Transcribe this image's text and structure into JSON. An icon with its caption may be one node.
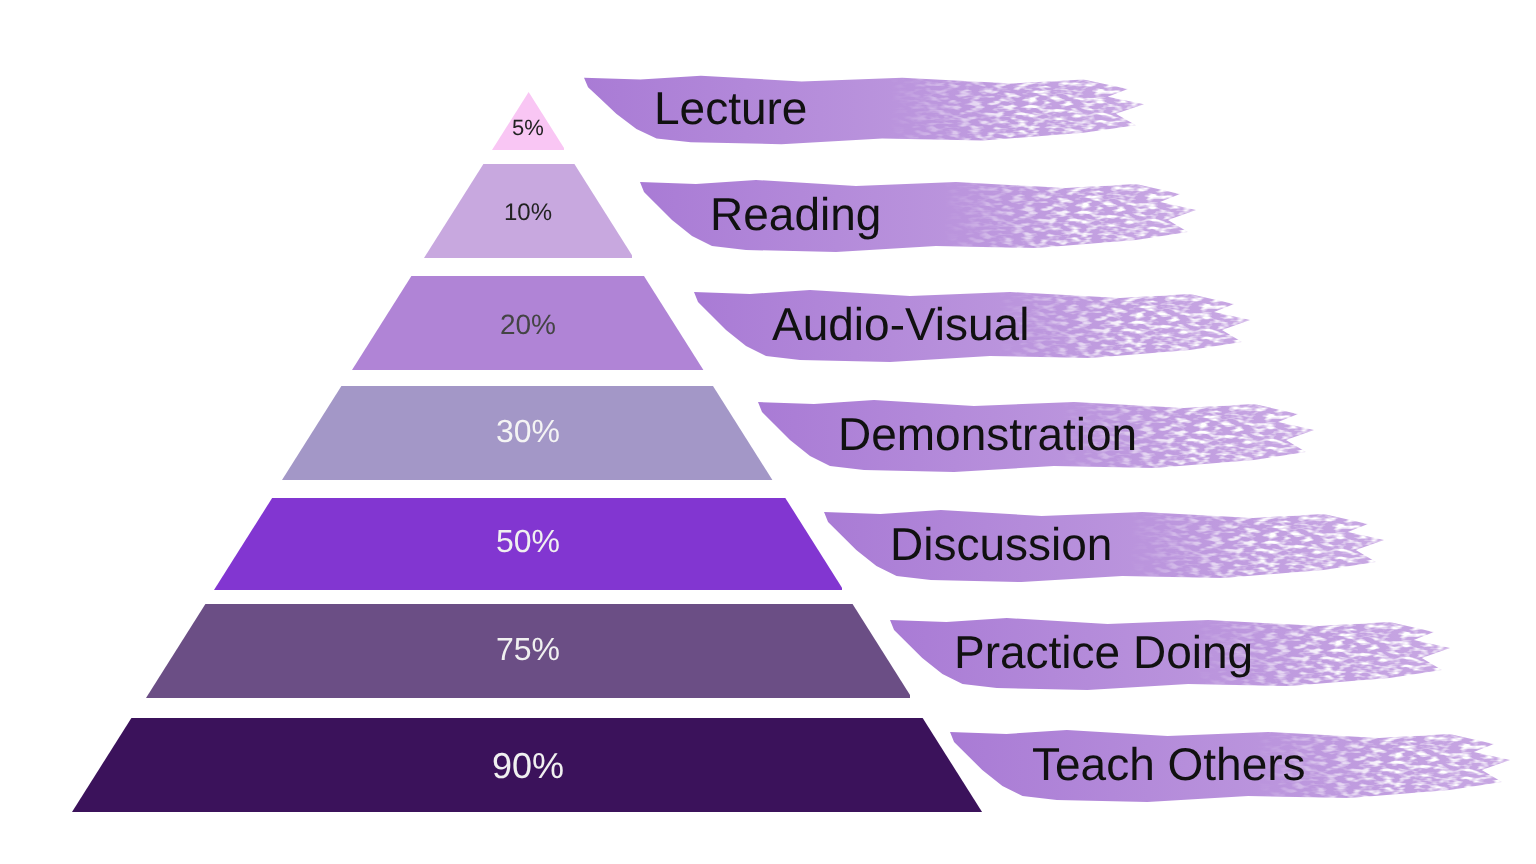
{
  "diagram": {
    "nodes": [
      {
        "text": [
          "5%"
        ]
      },
      {
        "text": [
          "Lecture"
        ]
      },
      {
        "text": [
          "10%"
        ]
      },
      {
        "text": [
          "Reading"
        ]
      },
      {
        "text": [
          "20%"
        ]
      },
      {
        "text": [
          "Audio-Visual"
        ]
      },
      {
        "text": [
          "30%"
        ]
      },
      {
        "text": [
          "Demonstration"
        ]
      },
      {
        "text": [
          "50%"
        ]
      },
      {
        "text": [
          "Discussion"
        ]
      },
      {
        "text": [
          "75%"
        ]
      },
      {
        "text": [
          "Practice Doing"
        ]
      },
      {
        "text": [
          "90%"
        ]
      },
      {
        "text": [
          "Teach Others"
        ]
      }
    ]
  }
}
